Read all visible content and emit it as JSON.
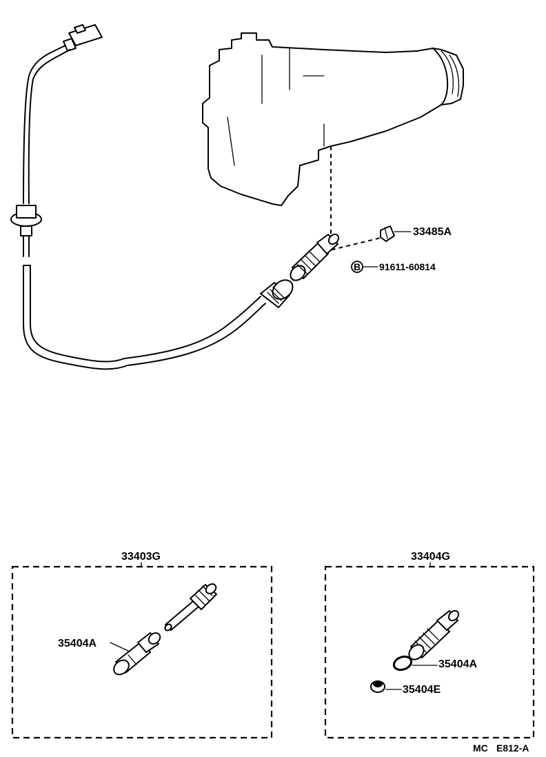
{
  "diagram": {
    "parts": {
      "driven_gear_sleeve": "33485A",
      "bolt_marker": "B",
      "bolt": "91611-60814"
    },
    "kits": [
      {
        "label": "33403G",
        "part": "35404A"
      },
      {
        "label": "33404G",
        "parts": [
          "35404A",
          "35404E"
        ]
      }
    ],
    "footer": {
      "code_prefix": "MC",
      "code": "E812-A"
    }
  }
}
